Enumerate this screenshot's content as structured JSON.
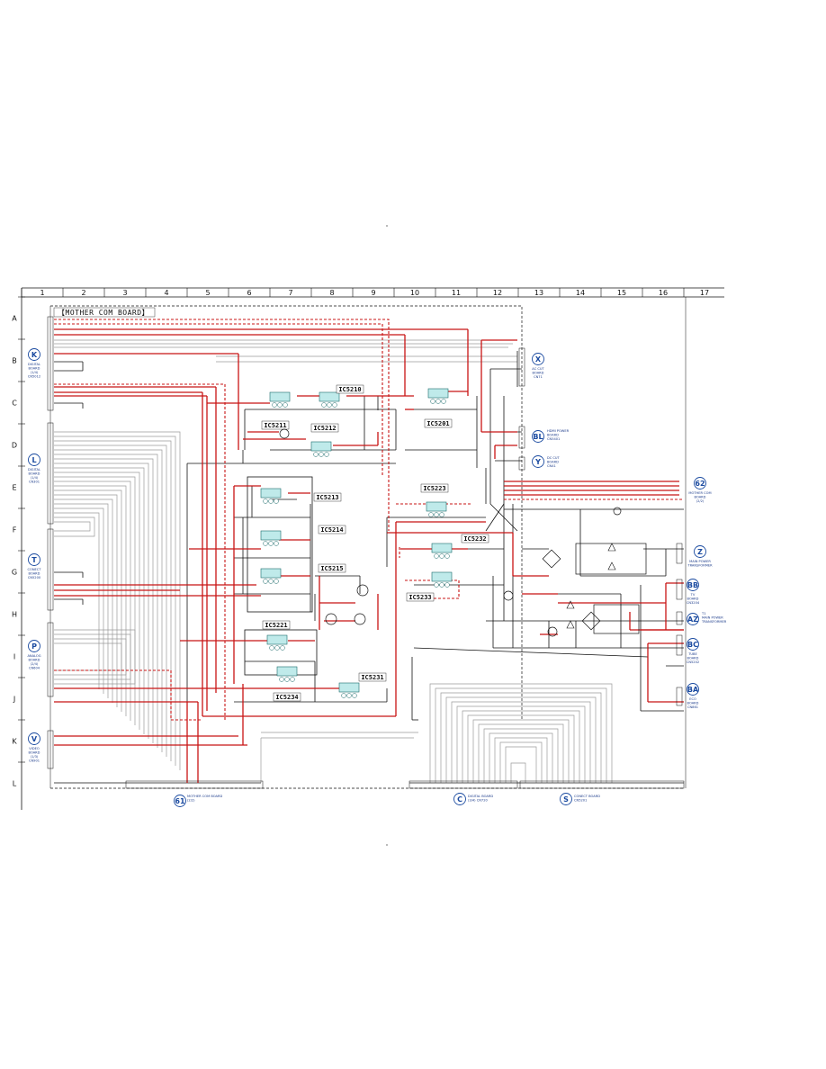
{
  "board_title": "【MOTHER COM BOARD】",
  "columns": [
    "1",
    "2",
    "3",
    "4",
    "5",
    "6",
    "7",
    "8",
    "9",
    "10",
    "11",
    "12",
    "13",
    "14",
    "15",
    "16",
    "17"
  ],
  "rows": [
    "A",
    "B",
    "C",
    "D",
    "E",
    "F",
    "G",
    "H",
    "I",
    "J",
    "K",
    "L"
  ],
  "ics": [
    {
      "id": "ic5210",
      "label": "IC5210"
    },
    {
      "id": "ic5211",
      "label": "IC5211"
    },
    {
      "id": "ic5212",
      "label": "IC5212"
    },
    {
      "id": "ic5201",
      "label": "IC5201"
    },
    {
      "id": "ic5213",
      "label": "IC5213"
    },
    {
      "id": "ic5214",
      "label": "IC5214"
    },
    {
      "id": "ic5215",
      "label": "IC5215"
    },
    {
      "id": "ic5223",
      "label": "IC5223"
    },
    {
      "id": "ic5232",
      "label": "IC5232"
    },
    {
      "id": "ic5233",
      "label": "IC5233"
    },
    {
      "id": "ic5221",
      "label": "IC5221"
    },
    {
      "id": "ic5231",
      "label": "IC5231"
    },
    {
      "id": "ic5234",
      "label": "IC5234"
    }
  ],
  "connectors_left": [
    {
      "id": "K",
      "letter": "K",
      "text": [
        "DIGITAL",
        "BOARD",
        "(1/4)",
        "CN5012"
      ]
    },
    {
      "id": "L",
      "letter": "L",
      "text": [
        "DIGITAL",
        "BOARD",
        "(1/4)",
        "CN301"
      ]
    },
    {
      "id": "T",
      "letter": "T",
      "text": [
        "CONECT",
        "BOARD",
        "CN5200"
      ]
    },
    {
      "id": "P",
      "letter": "P",
      "text": [
        "ANALOG",
        "BOARD",
        "(2/4)",
        "CN604"
      ]
    },
    {
      "id": "V",
      "letter": "V",
      "text": [
        "VIDEO",
        "BOARD",
        "(1/3)",
        "CN901"
      ]
    }
  ],
  "connectors_right": [
    {
      "id": "X",
      "letter": "X",
      "text": [
        "AC CUT",
        "BOARD",
        "CN71"
      ]
    },
    {
      "id": "BL",
      "letter": "BL",
      "text": [
        "HDMI POWER",
        "BOARD",
        "CN5401"
      ]
    },
    {
      "id": "Y",
      "letter": "Y",
      "text": [
        "DC CUT",
        "BOARD",
        "CN41"
      ]
    },
    {
      "id": "62",
      "letter": "62",
      "text": [
        "MOTHER COM",
        "BOARD",
        "(2/2)"
      ]
    },
    {
      "id": "Z",
      "letter": "Z",
      "text": [
        "MAIN POWER",
        "TRANSFORMER"
      ]
    },
    {
      "id": "BB",
      "letter": "BB",
      "text": [
        "TV",
        "BOARD",
        "CN3204"
      ]
    },
    {
      "id": "AZ",
      "letter": "AZ",
      "text": [
        "T1",
        "MAIN POWER",
        "TRANSFORMER"
      ]
    },
    {
      "id": "BC",
      "letter": "BC",
      "text": [
        "TUBE",
        "BOARD",
        "CN5202"
      ]
    },
    {
      "id": "BA",
      "letter": "BA",
      "text": [
        "ECO",
        "BOARD",
        "CN861"
      ]
    }
  ],
  "connectors_bottom": [
    {
      "id": "61",
      "letter": "61",
      "text": [
        "MOTHER COM BOARD",
        "(2/2)"
      ]
    },
    {
      "id": "C",
      "letter": "C",
      "text": [
        "DIGITAL BOARD",
        "(3/4) CN720"
      ]
    },
    {
      "id": "S",
      "letter": "S",
      "text": [
        "CONECT BOARD",
        "CN5201"
      ]
    }
  ],
  "colors": {
    "red": "#c81414",
    "black": "#111111",
    "grey": "#9a9a9a",
    "ic_fill": "#bfeaea",
    "ic_stroke": "#1a6a6a",
    "label_bg": "#ffffff"
  }
}
